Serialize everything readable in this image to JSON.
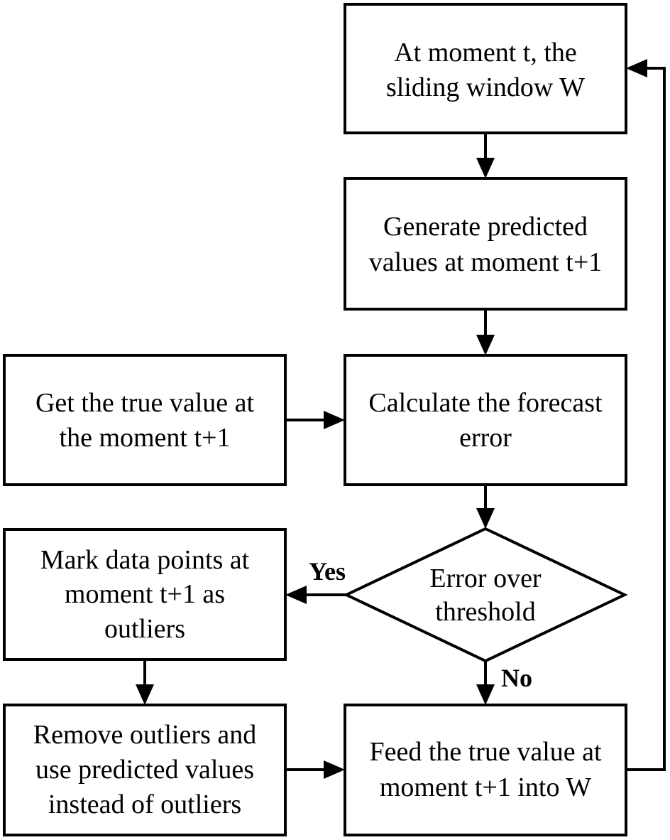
{
  "nodes": {
    "sliding_window": {
      "lines": [
        "At moment t, the",
        "sliding window W"
      ]
    },
    "generate_predicted": {
      "lines": [
        "Generate predicted",
        "values at moment t+1"
      ]
    },
    "get_true_value": {
      "lines": [
        "Get the true value at",
        "the moment t+1"
      ]
    },
    "calculate_error": {
      "lines": [
        "Calculate the forecast",
        "error"
      ]
    },
    "error_threshold": {
      "lines": [
        "Error over",
        "threshold"
      ]
    },
    "mark_outliers": {
      "lines": [
        "Mark data points at",
        "moment t+1 as",
        "outliers"
      ]
    },
    "remove_outliers": {
      "lines": [
        "Remove outliers and",
        "use predicted values",
        "instead of outliers"
      ]
    },
    "feed_true_value": {
      "lines": [
        "Feed the true value at",
        "moment t+1 into W"
      ]
    }
  },
  "edge_labels": {
    "yes": "Yes",
    "no": "No"
  },
  "colors": {
    "stroke": "#000000",
    "fill": "#ffffff",
    "text": "#000000"
  }
}
